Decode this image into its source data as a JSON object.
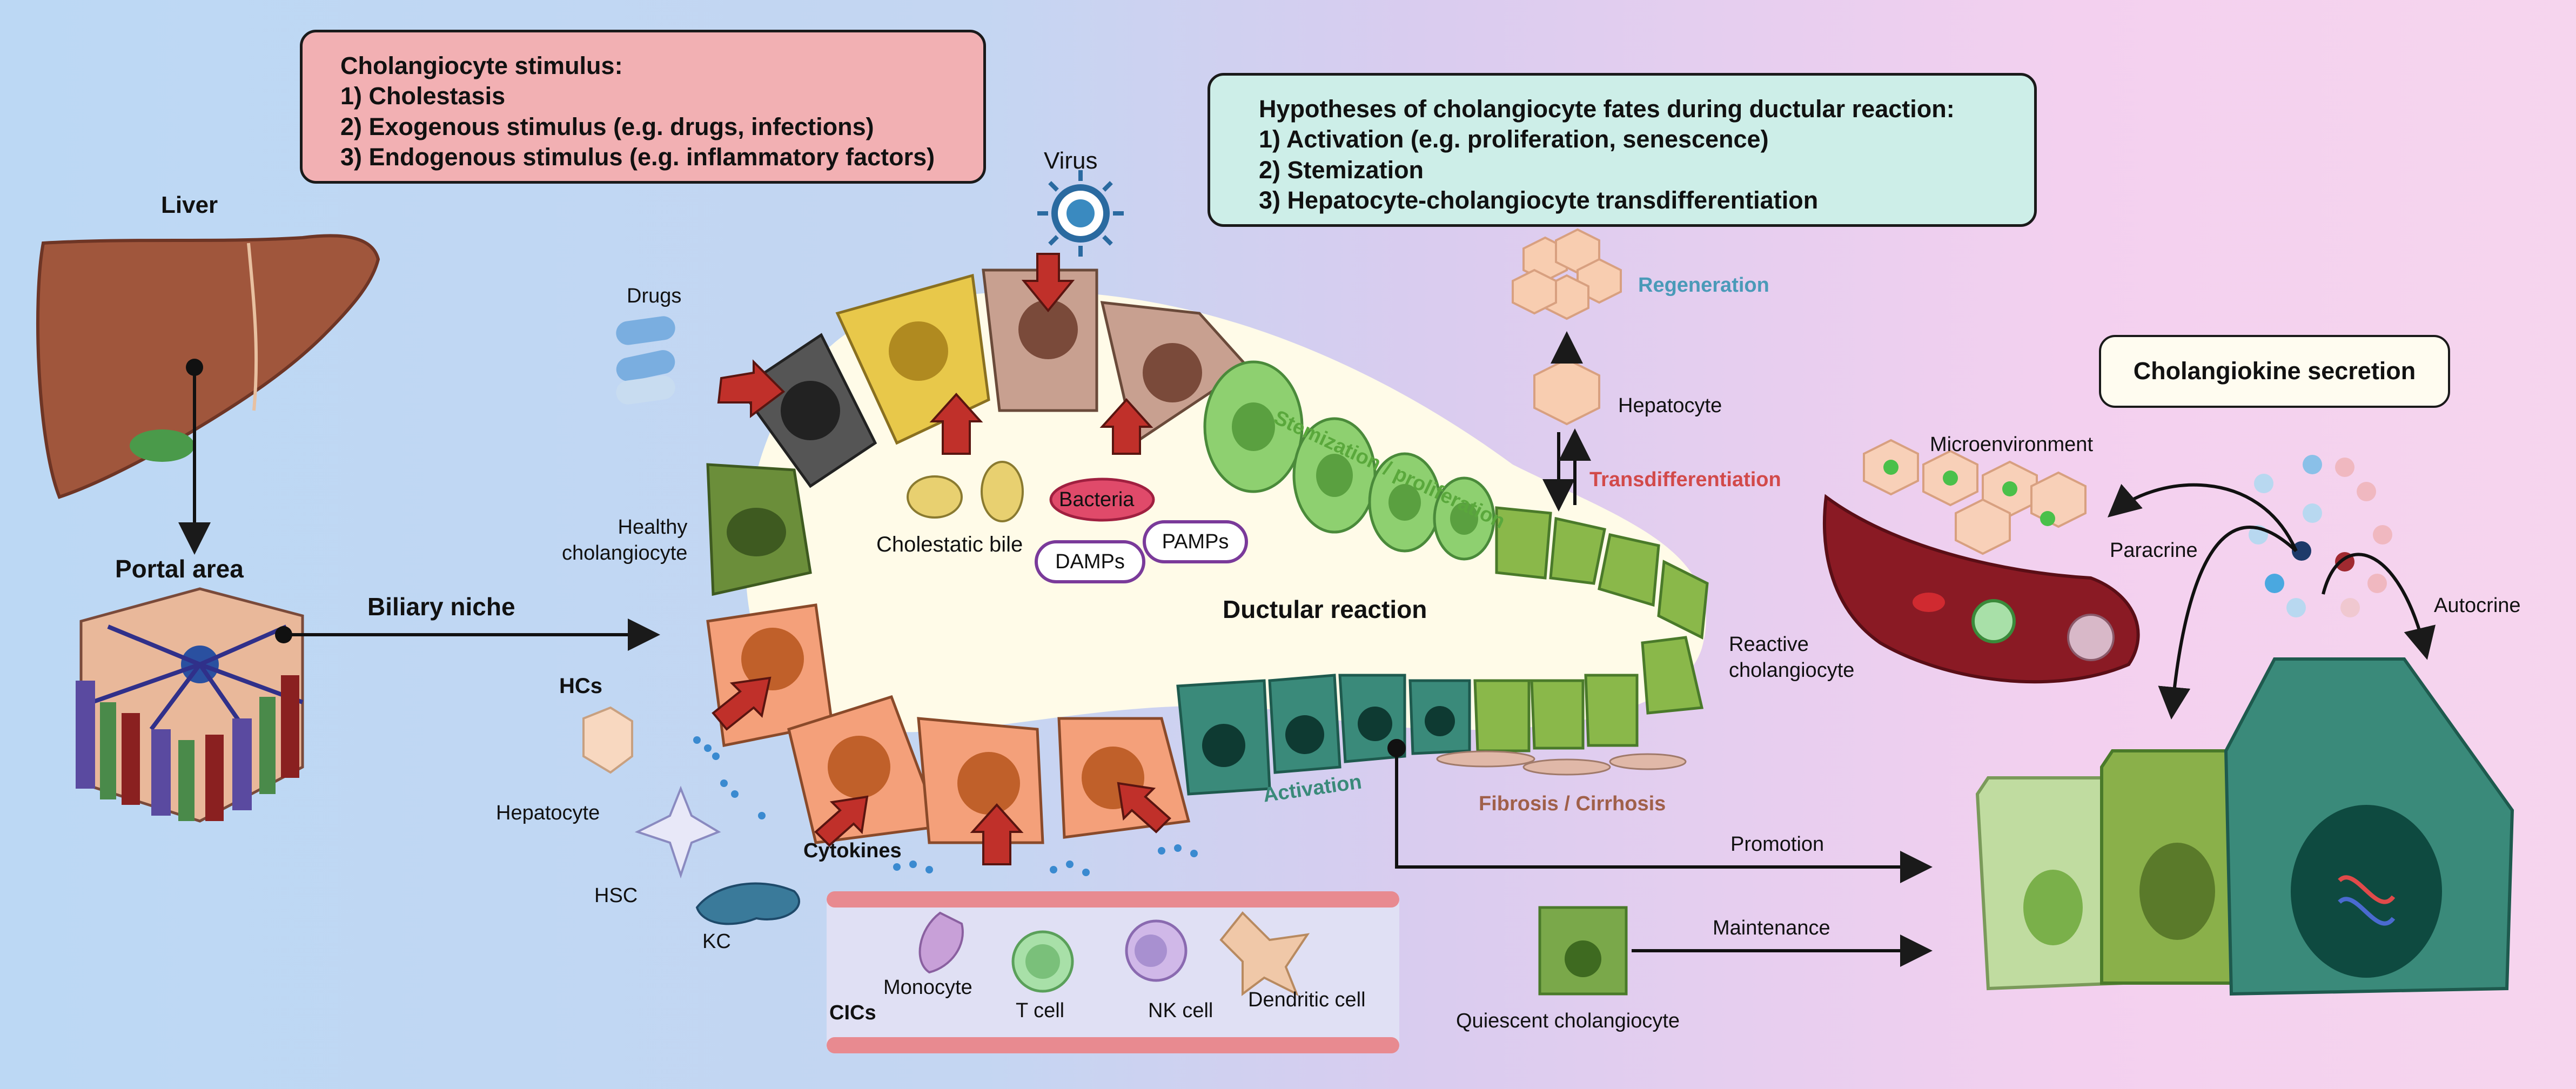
{
  "stimulus_box": {
    "title": "Cholangiocyte stimulus:",
    "items": [
      "1) Cholestasis",
      "2) Exogenous stimulus (e.g. drugs, infections)",
      "3) Endogenous stimulus (e.g. inflammatory factors)"
    ]
  },
  "hypotheses_box": {
    "title": "Hypotheses of cholangiocyte fates during ductular reaction:",
    "items": [
      "1) Activation (e.g. proliferation, senescence)",
      "2) Stemization",
      "3) Hepatocyte-cholangiocyte transdifferentiation"
    ]
  },
  "cholangiokine_box": "Cholangiokine secretion",
  "labels": {
    "liver": "Liver",
    "portal_area": "Portal area",
    "biliary_niche": "Biliary niche",
    "healthy_cholangiocyte": "Healthy\ncholangiocyte",
    "drugs": "Drugs",
    "virus": "Virus",
    "cholestatic_bile": "Cholestatic bile",
    "bacteria": "Bacteria",
    "damps": "DAMPs",
    "pamps": "PAMPs",
    "ductular_reaction": "Ductular reaction",
    "stemization": "Stemization / proliferation",
    "regeneration": "Regeneration",
    "hepatocyte_top": "Hepatocyte",
    "transdifferentiation": "Transdifferentiation",
    "reactive_cholangiocyte": "Reactive\ncholangiocyte",
    "activation": "Activation",
    "fibrosis": "Fibrosis / Cirrhosis",
    "hcs": "HCs",
    "hepatocyte_left": "Hepatocyte",
    "hsc": "HSC",
    "kc": "KC",
    "cytokines": "Cytokines",
    "monocyte": "Monocyte",
    "t_cell": "T cell",
    "nk_cell": "NK cell",
    "dendritic_cell": "Dendritic cell",
    "cics": "CICs",
    "promotion": "Promotion",
    "maintenance": "Maintenance",
    "quiescent": "Quiescent cholangiocyte",
    "microenvironment": "Microenvironment",
    "paracrine": "Paracrine",
    "autocrine": "Autocrine"
  },
  "colors": {
    "stimulus_fill": "#f2b0b3",
    "hypotheses_fill": "#cdeee8",
    "arrow_red": "#c0302a",
    "stemization_text": "#5aa83c",
    "regeneration_text": "#4a9ab8",
    "transdiff_text": "#d24a4a",
    "activation_text": "#3a8a7a",
    "fibrosis_text": "#a0604a"
  }
}
